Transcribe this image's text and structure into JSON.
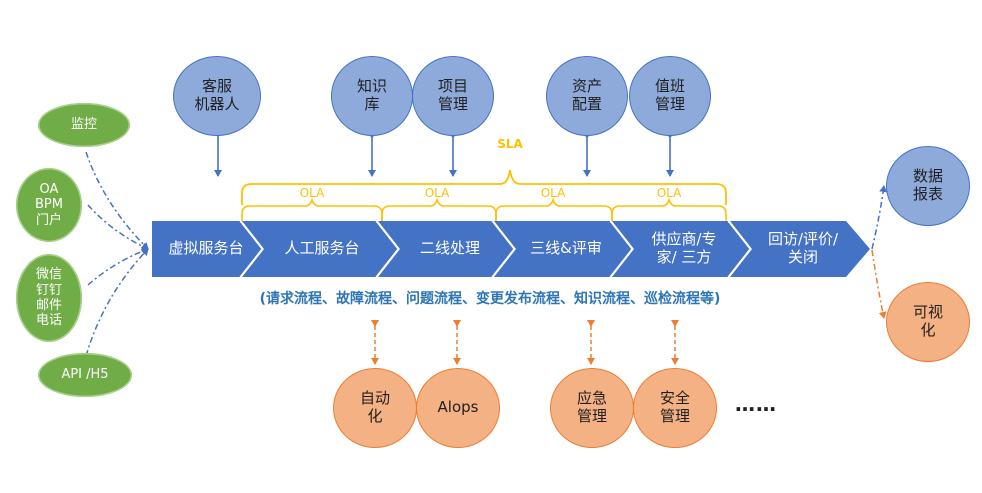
{
  "left_sources": [
    "监控",
    "OA\nBPM\n门户",
    "微信\n钉钉\n邮件\n电话",
    "API /H5"
  ],
  "top_resources": [
    "客服\n机器人",
    "知识\n库",
    "项目\n管理",
    "资产\n配置",
    "值班\n管理"
  ],
  "stages": [
    "虚拟服务台",
    "人工服务台",
    "二线处理",
    "三线&评审",
    "供应商/专\n家/ 三方",
    "回访/评价/\n关闭"
  ],
  "sla_label": "SLA",
  "ola_label": "OLA",
  "process_caption": "(请求流程、故障流程、问题流程、变更发布流程、知识流程、巡检流程等)",
  "bottom_tools": [
    "自动\n化",
    "Alops",
    "应急\n管理",
    "安全\n管理"
  ],
  "bottom_ellipsis": "……",
  "outputs": [
    "数据\n报表",
    "可视\n化"
  ],
  "colors": {
    "stage_fill": "#4472c4",
    "resource_fill": "#8eaadb",
    "source_fill": "#70ad47",
    "tool_fill": "#f4b183",
    "sla_line": "#ffc000",
    "caption": "#2e75b6"
  }
}
